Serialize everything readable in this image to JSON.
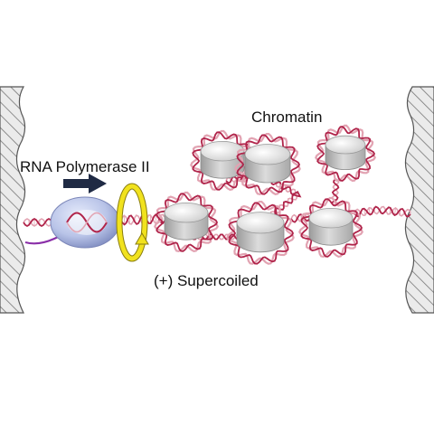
{
  "labels": {
    "polymerase": "RNA Polymerase II",
    "chromatin": "Chromatin",
    "supercoiled": "(+) Supercoiled"
  },
  "colors": {
    "dna": "#b0244a",
    "dna_light": "#e2a3b2",
    "histone_fill": "#d8d8d8",
    "histone_top": "#f4f4f4",
    "wall_fill": "#e6e6e6",
    "wall_hatch": "#777777",
    "polymerase": "#b9c4e8",
    "rna": "#8a2fa8",
    "arrow": "#1f2a44",
    "twist_arrow": "#f1e21e",
    "text": "#111111"
  },
  "icons": {
    "direction_arrow": "right-arrow-icon",
    "supercoil_arrow": "circular-twist-arrow-icon"
  }
}
